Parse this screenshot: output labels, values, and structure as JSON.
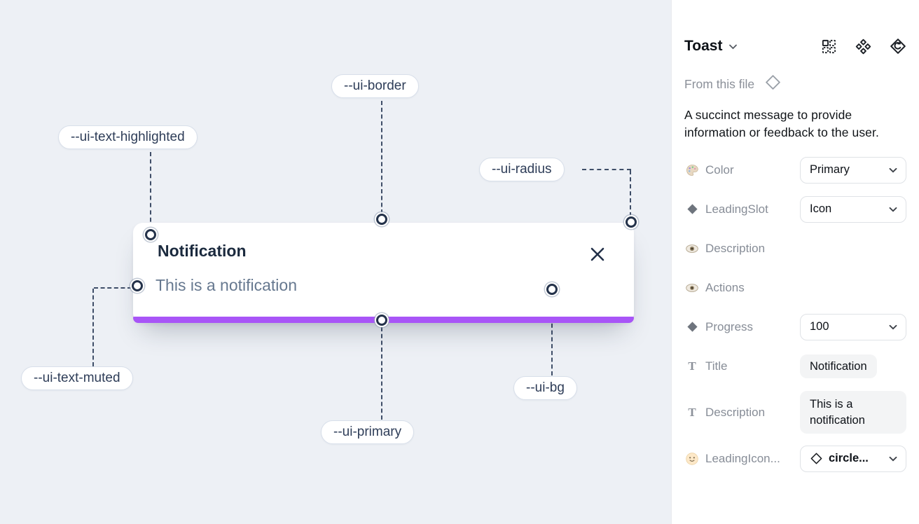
{
  "canvas": {
    "toast": {
      "title": "Notification",
      "description": "This is a notification",
      "progress_color": "#a855f7"
    },
    "labels": [
      {
        "id": "ui-border",
        "text": "--ui-border"
      },
      {
        "id": "ui-text-highlighted",
        "text": "--ui-text-highlighted"
      },
      {
        "id": "ui-radius",
        "text": "--ui-radius"
      },
      {
        "id": "ui-text-muted",
        "text": "--ui-text-muted"
      },
      {
        "id": "ui-primary",
        "text": "--ui-primary"
      },
      {
        "id": "ui-bg",
        "text": "--ui-bg"
      }
    ]
  },
  "panel": {
    "title": "Toast",
    "source_label": "From this file",
    "description": "A succinct message to provide information or feedback to the user.",
    "properties": [
      {
        "icon": "palette-icon",
        "label": "Color",
        "control": "select",
        "value": "Primary"
      },
      {
        "icon": "diamond-icon",
        "label": "LeadingSlot",
        "control": "select",
        "value": "Icon"
      },
      {
        "icon": "eye-icon",
        "label": "Description",
        "control": "toggle",
        "value": "on"
      },
      {
        "icon": "eye-icon",
        "label": "Actions",
        "control": "toggle",
        "value": "on"
      },
      {
        "icon": "diamond-icon",
        "label": "Progress",
        "control": "select",
        "value": "100"
      },
      {
        "icon": "text-icon",
        "label": "Title",
        "control": "text",
        "value": "Notification"
      },
      {
        "icon": "text-icon",
        "label": "Description",
        "control": "text",
        "value": "This is a notification"
      },
      {
        "icon": "smiley-icon",
        "label": "LeadingIcon...",
        "control": "select",
        "value": "circle..."
      }
    ],
    "colors": {
      "toggle_on": "#2199f2",
      "accent": "#a855f7"
    }
  }
}
